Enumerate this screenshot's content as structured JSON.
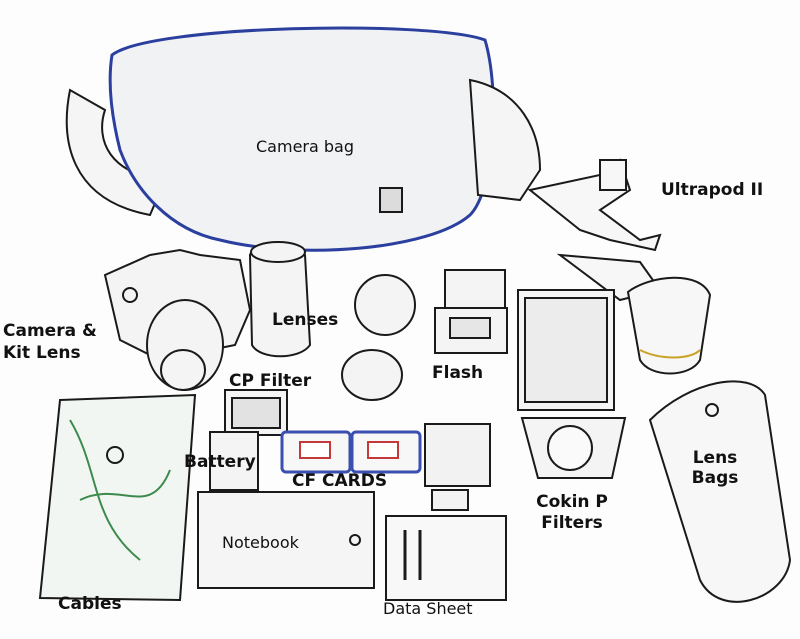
{
  "labels": {
    "camera_bag": "Camera bag",
    "ultrapod": "Ultrapod II",
    "camera_kit_line1": "Camera &",
    "camera_kit_line2": "Kit Lens",
    "lenses": "Lenses",
    "cp_filter": "CP Filter",
    "flash": "Flash",
    "battery": "Battery",
    "cf_cards": "CF CARDS",
    "lens_bags_line1": "Lens",
    "lens_bags_line2": "Bags",
    "cokin_line1": "Cokin P",
    "cokin_line2": "Filters",
    "notebook": "Notebook",
    "cables": "Cables",
    "data_sheet": "Data Sheet"
  },
  "colors": {
    "outline": "#1a1a1a",
    "bag_trim": "#2b3f9e",
    "bag_fill": "#f1f2f4",
    "cf_card_frame": "#3a4fb0",
    "cf_card_accent": "#c23a3a",
    "cables_tint": "#3d8a4e",
    "lens_bag_trim": "#c9a227"
  }
}
